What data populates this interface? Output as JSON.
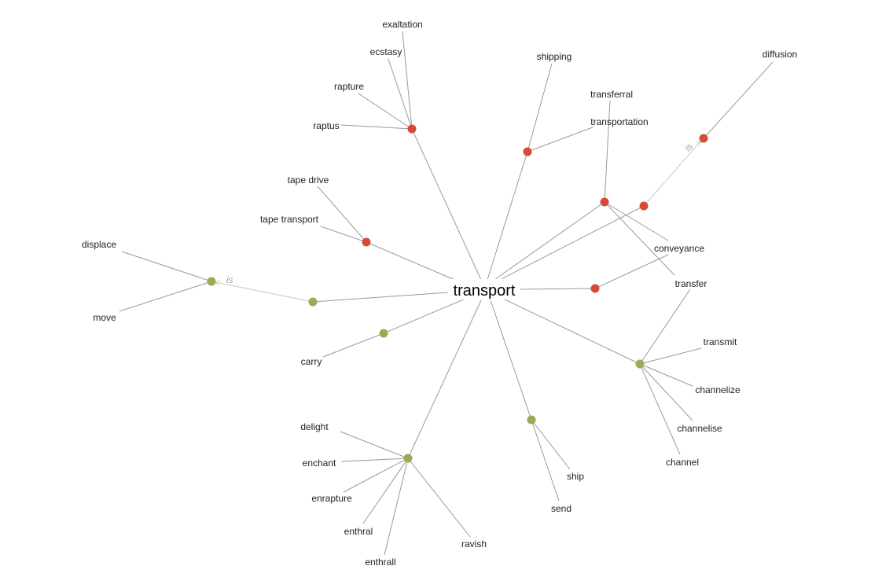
{
  "colors": {
    "noun": "#d9493a",
    "verb": "#9aaa55",
    "edge": "#9a9a9a",
    "relation_edge": "#c8c8c8"
  },
  "center": {
    "word": "transport"
  },
  "relation_label": "is",
  "words": {
    "exaltation": "exaltation",
    "ecstasy": "ecstasy",
    "rapture": "rapture",
    "raptus": "raptus",
    "shipping": "shipping",
    "transferral": "transferral",
    "transportation": "transportation",
    "diffusion": "diffusion",
    "tape_drive": "tape drive",
    "tape_transport": "tape transport",
    "displace": "displace",
    "move": "move",
    "conveyance": "conveyance",
    "transfer": "transfer",
    "carry": "carry",
    "transmit": "transmit",
    "channelize": "channelize",
    "channelise": "channelise",
    "channel": "channel",
    "delight": "delight",
    "enchant": "enchant",
    "enrapture": "enrapture",
    "enthral": "enthral",
    "enthrall": "enthrall",
    "ravish": "ravish",
    "ship": "ship",
    "send": "send"
  }
}
